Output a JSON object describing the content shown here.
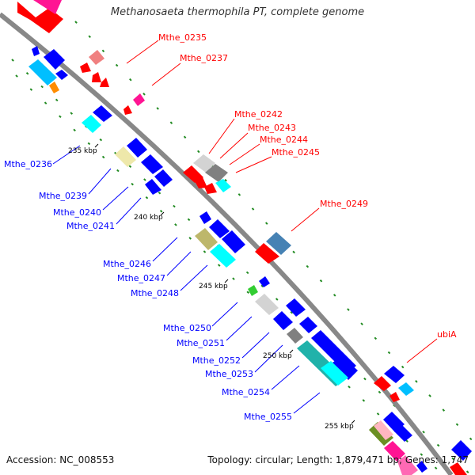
{
  "title": "Methanosaeta thermophila PT, complete genome",
  "footer": {
    "accession": "Accession: NC_008553",
    "topology": "Topology: circular; Length: 1,879,471 bp; Genes: 1,747"
  },
  "colors": {
    "backbone": "#888888",
    "red": "#ff0000",
    "blue": "#0000ff",
    "cyan": "#00ffff",
    "tick_green": "#228b22"
  },
  "ruler_labels": [
    "235 kbp",
    "240 kbp",
    "245 kbp",
    "250 kbp",
    "255 kbp"
  ],
  "gene_labels": {
    "reverse_strand": [
      "Mthe_0235",
      "Mthe_0237",
      "Mthe_0242",
      "Mthe_0243",
      "Mthe_0244",
      "Mthe_0245",
      "Mthe_0249",
      "ubiA"
    ],
    "forward_strand": [
      "Mthe_0236",
      "Mthe_0239",
      "Mthe_0240",
      "Mthe_0241",
      "Mthe_0246",
      "Mthe_0247",
      "Mthe_0248",
      "Mthe_0250",
      "Mthe_0251",
      "Mthe_0252",
      "Mthe_0253",
      "Mthe_0254",
      "Mthe_0255"
    ]
  }
}
